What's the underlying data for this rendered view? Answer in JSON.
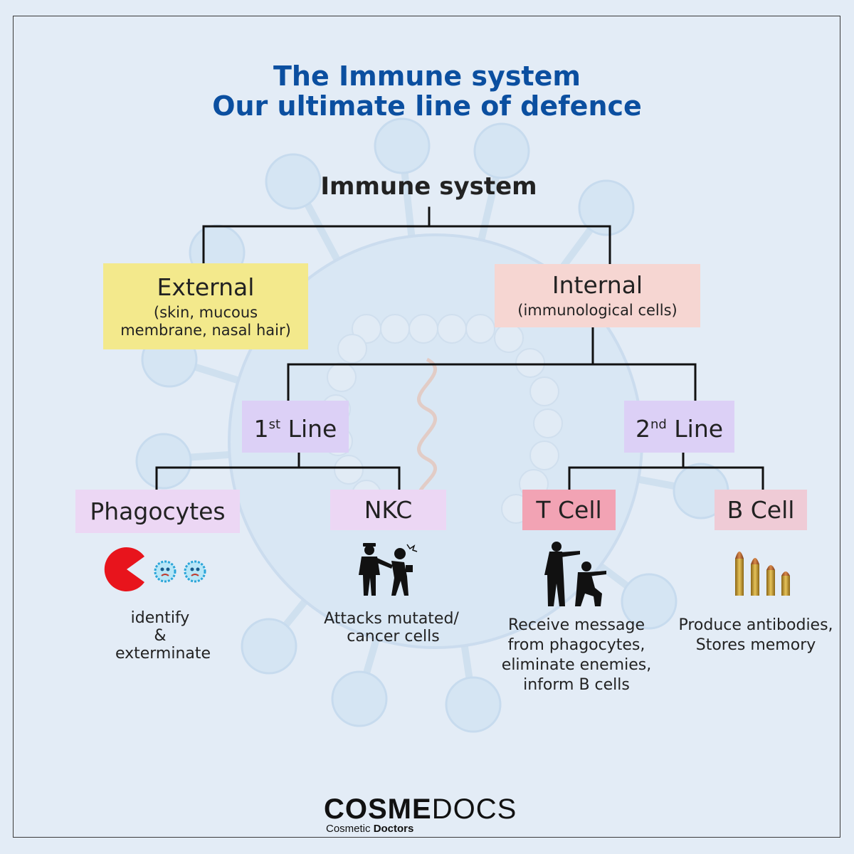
{
  "header": {
    "title_line1": "The Immune system",
    "title_line2": "Our ultimate line of defence"
  },
  "colors": {
    "title": "#0b4fa0",
    "external_box": "#f3e98c",
    "internal_box": "#f6d6d2",
    "line_box": "#dcd0f6",
    "phagocytes_box": "#ecd7f4",
    "nkc_box": "#ecd7f4",
    "tcell_box": "#f2a3b4",
    "bcell_box": "#efcbd6",
    "connector": "#111111",
    "background": "#e3ecf6"
  },
  "tree": {
    "root": "Immune system",
    "external": {
      "label": "External",
      "sub": "(skin, mucous membrane, nasal hair)"
    },
    "internal": {
      "label": "Internal",
      "sub": "(immunological cells)"
    },
    "first_line": {
      "num": "1",
      "sup": "st",
      "label": "Line"
    },
    "second_line": {
      "num": "2",
      "sup": "nd",
      "label": "Line"
    },
    "phagocytes": {
      "label": "Phagocytes",
      "icon": "pacman-eating-virus-icon",
      "desc1": "identify",
      "desc2": "&",
      "desc3": "exterminate"
    },
    "nkc": {
      "label": "NKC",
      "icon": "police-arresting-icon",
      "desc1": "Attacks mutated/",
      "desc2": "cancer cells"
    },
    "tcell": {
      "label": "T Cell",
      "icon": "soldiers-aiming-icon",
      "desc1": "Receive message",
      "desc2": "from phagocytes,",
      "desc3": "eliminate enemies,",
      "desc4": "inform B cells"
    },
    "bcell": {
      "label": "B Cell",
      "icon": "bullets-icon",
      "desc1": "Produce antibodies,",
      "desc2": "Stores memory"
    }
  },
  "logo": {
    "brand_bold": "COSME",
    "brand_thin": "DOCS",
    "tagline_a": "Cosmetic",
    "tagline_b": "Doctors"
  }
}
